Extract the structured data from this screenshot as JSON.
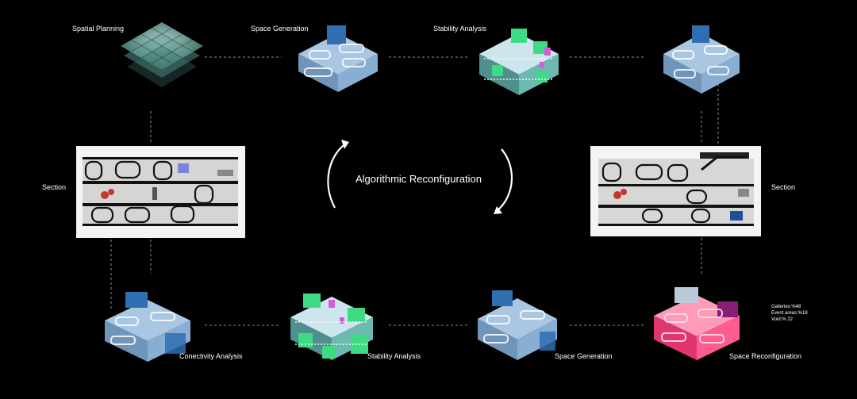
{
  "center": {
    "title": "Algorithmic Reconfiguration"
  },
  "top_row": [
    {
      "label": "Spatial Planning"
    },
    {
      "label": "Space Generation"
    },
    {
      "label": "Stability Analysis"
    }
  ],
  "left_section": {
    "label": "Section"
  },
  "right_section": {
    "label": "Section"
  },
  "bottom_row": [
    {
      "label": "Conectivity Analysis"
    },
    {
      "label": "Stability Analysis"
    },
    {
      "label": "Space Generation"
    },
    {
      "label": "Space Reconfiguration"
    }
  ],
  "stats": {
    "galleries": "Galleries:%48",
    "event_areas": "Event areas:%18",
    "void": "Void:% 22"
  },
  "colors": {
    "background": "#000000",
    "module_blue": "#8fb4d6",
    "module_accent": "#2f6fb0",
    "stability_green": "#3ddc84",
    "planning_teal": "#6fb7a8",
    "reconfig_pink": "#ff3d7f"
  }
}
